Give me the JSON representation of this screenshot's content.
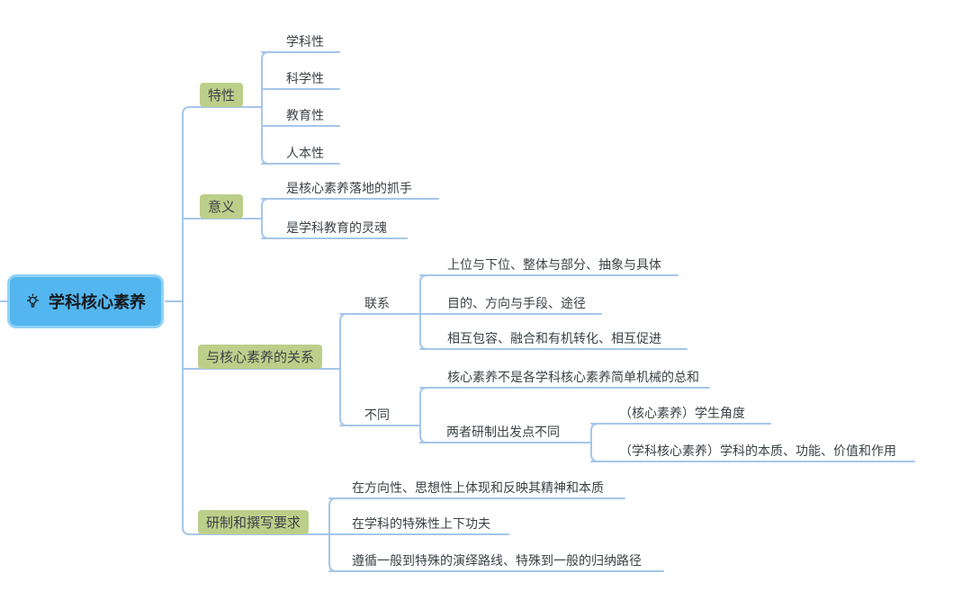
{
  "colors": {
    "connector_line": "#a5c6ea",
    "root_fill": "#53b6ee",
    "root_border": "#8fd2f8",
    "branch_box_fill": "#bccf8a",
    "text": "#3d4247",
    "root_text": "#15191e",
    "background": "#ffffff"
  },
  "mindmap": {
    "root": {
      "label": "学科核心素养",
      "icon": "lightbulb-icon"
    },
    "branches": [
      {
        "label": "特性",
        "children": [
          {
            "label": "学科性"
          },
          {
            "label": "科学性"
          },
          {
            "label": "教育性"
          },
          {
            "label": "人本性"
          }
        ]
      },
      {
        "label": "意义",
        "children": [
          {
            "label": "是核心素养落地的抓手"
          },
          {
            "label": "是学科教育的灵魂"
          }
        ]
      },
      {
        "label": "与核心素养的关系",
        "children": [
          {
            "label": "联系",
            "children": [
              {
                "label": "上位与下位、整体与部分、抽象与具体"
              },
              {
                "label": "目的、方向与手段、途径"
              },
              {
                "label": "相互包容、融合和有机转化、相互促进"
              }
            ]
          },
          {
            "label": "不同",
            "children": [
              {
                "label": "核心素养不是各学科核心素养简单机械的总和"
              },
              {
                "label": "两者研制出发点不同",
                "children": [
                  {
                    "label": "（核心素养）学生角度"
                  },
                  {
                    "label": "（学科核心素养）学科的本质、功能、价值和作用"
                  }
                ]
              }
            ]
          }
        ]
      },
      {
        "label": "研制和撰写要求",
        "children": [
          {
            "label": "在方向性、思想性上体现和反映其精神和本质"
          },
          {
            "label": "在学科的特殊性上下功夫"
          },
          {
            "label": "遵循一般到特殊的演绎路线、特殊到一般的归纳路径"
          }
        ]
      }
    ]
  }
}
